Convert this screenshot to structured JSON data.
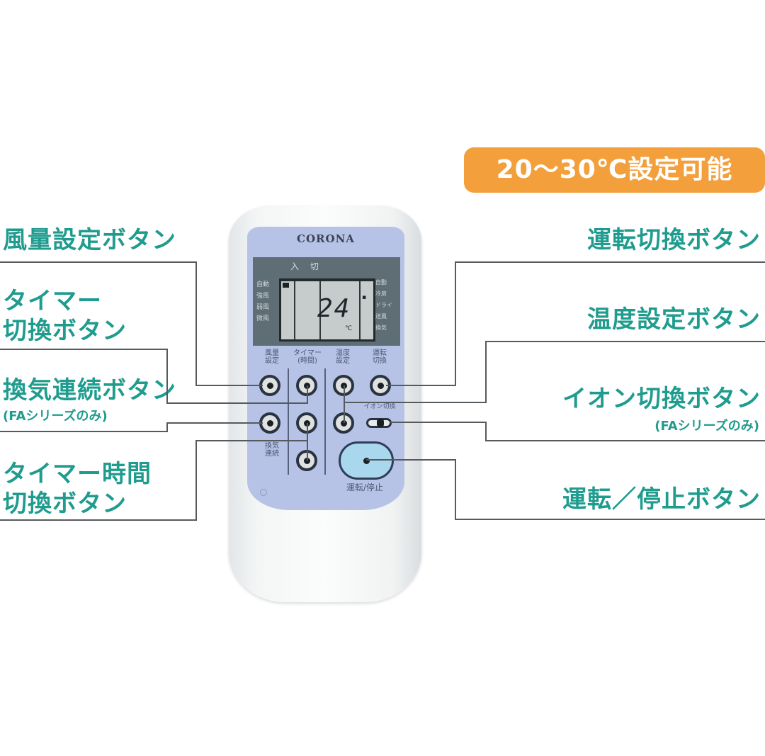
{
  "badge": {
    "text": "20～30℃設定可能",
    "color": "#f3a03c"
  },
  "remote": {
    "brand": "CORONA",
    "display": {
      "top_label": "入 切",
      "left_modes": [
        "自動",
        "強風",
        "弱風",
        "微風"
      ],
      "right_modes": [
        "自動",
        "冷房",
        "ドライ",
        "送風",
        "換気"
      ],
      "temperature": "24",
      "unit": "℃"
    },
    "button_labels": {
      "fan": [
        "風量",
        "設定"
      ],
      "timer": [
        "タイマー",
        "(時間)"
      ],
      "temp": [
        "温度",
        "設定"
      ],
      "mode": [
        "運転",
        "切換"
      ],
      "ion": "イオン切換",
      "vent": [
        "換気",
        "連続"
      ],
      "power": "運転/停止"
    },
    "colors": {
      "face": "#b7c3e6",
      "power_button": "#a8d7ee"
    }
  },
  "callouts": {
    "left": [
      {
        "id": "fan",
        "text": "風量設定ボタン"
      },
      {
        "id": "timer_switch",
        "lines": [
          "タイマー",
          "切換ボタン"
        ]
      },
      {
        "id": "vent",
        "text": "換気連続ボタン",
        "note": "(FAシリーズのみ)"
      },
      {
        "id": "timer_time",
        "lines": [
          "タイマー時間",
          "切換ボタン"
        ]
      }
    ],
    "right": [
      {
        "id": "mode",
        "text": "運転切換ボタン"
      },
      {
        "id": "temp",
        "text": "温度設定ボタン"
      },
      {
        "id": "ion",
        "text": "イオン切換ボタン",
        "note": "(FAシリーズのみ)"
      },
      {
        "id": "power",
        "text": "運転／停止ボタン"
      }
    ],
    "label_color": "#1f9c8e",
    "line_color": "#555a5e"
  }
}
